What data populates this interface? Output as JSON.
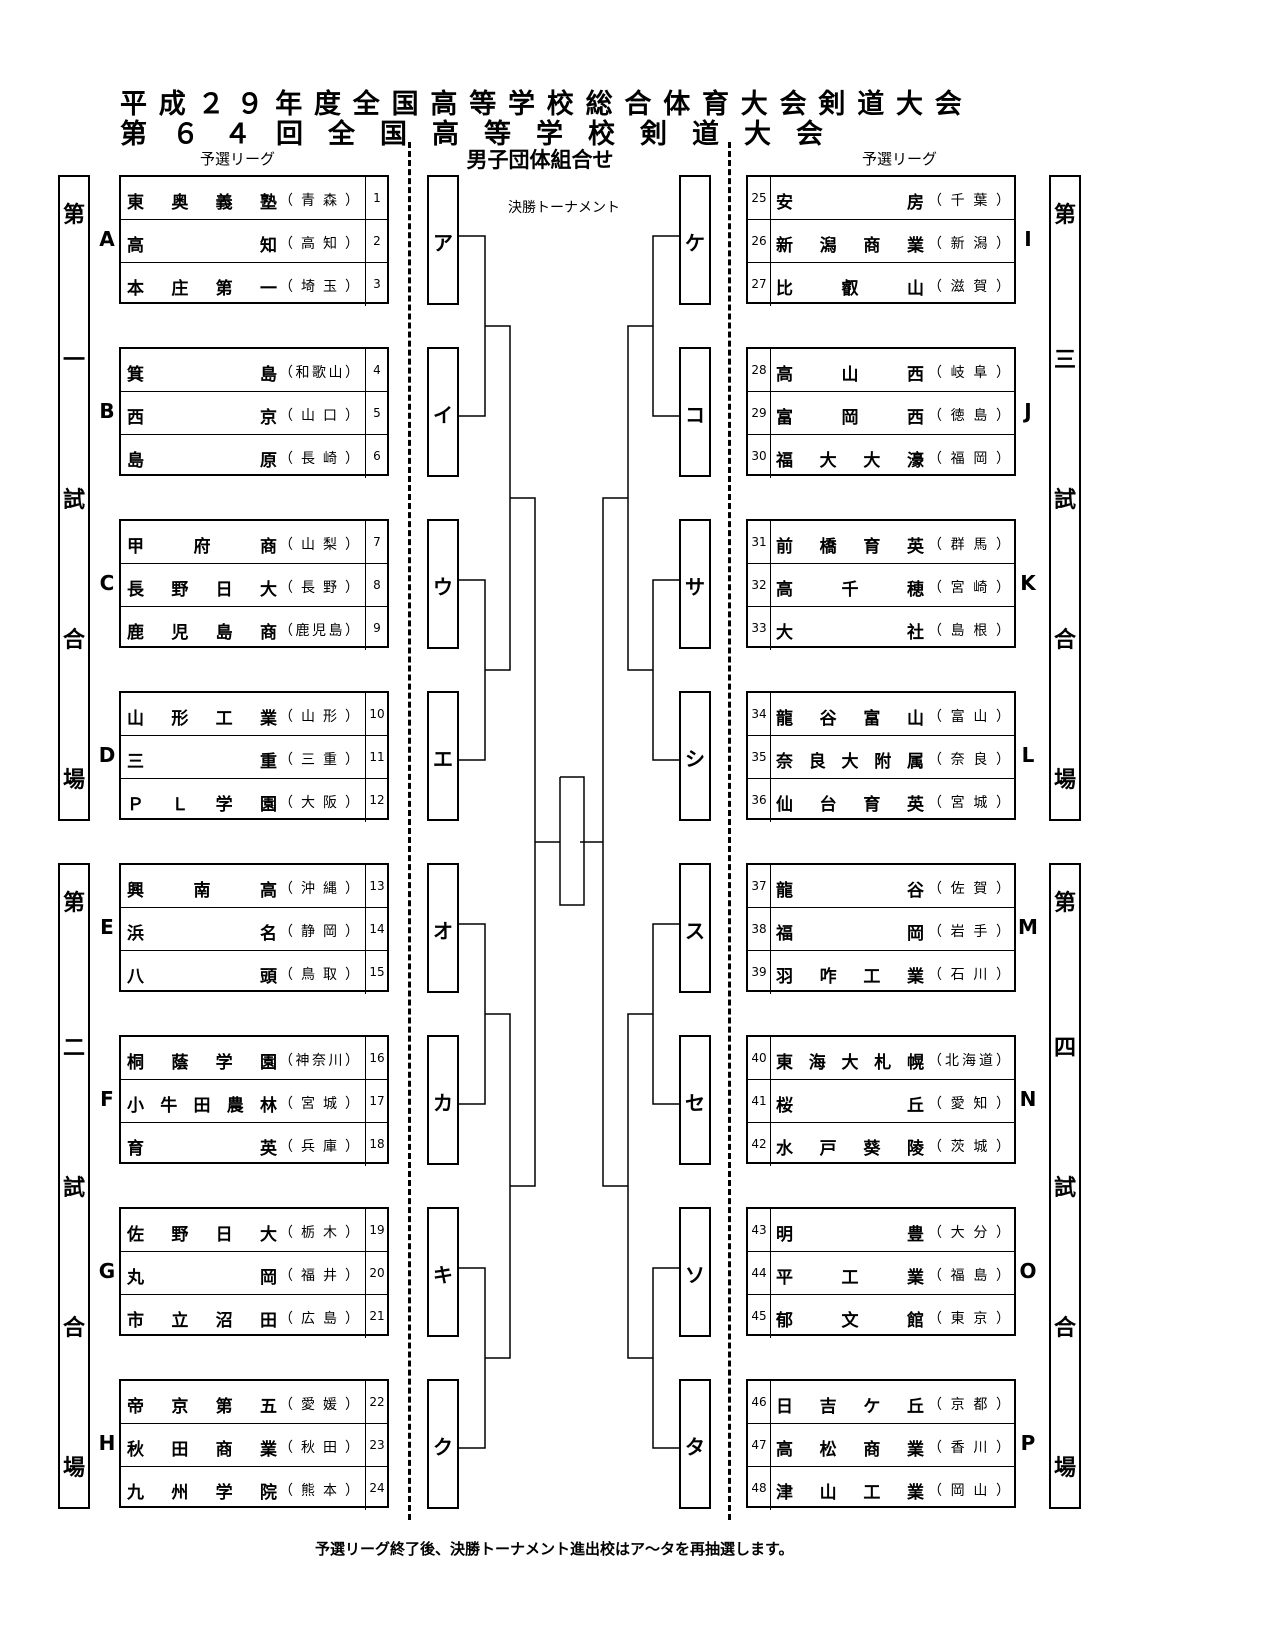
{
  "title_line1": "平成２９年度全国高等学校総合体育大会剣道大会",
  "title_line2": "第６４回全国高等学校剣道大会",
  "subtitle": "男子団体組合せ",
  "league_label_left": "予選リーグ",
  "league_label_right": "予選リーグ",
  "tournament_label": "決勝トーナメント",
  "footer_note": "予選リーグ終了後、決勝トーナメント進出校はア～タを再抽選します。",
  "venues": [
    {
      "chars": [
        "第",
        "一",
        "試",
        "合",
        "場"
      ]
    },
    {
      "chars": [
        "第",
        "二",
        "試",
        "合",
        "場"
      ]
    },
    {
      "chars": [
        "第",
        "三",
        "試",
        "合",
        "場"
      ]
    },
    {
      "chars": [
        "第",
        "四",
        "試",
        "合",
        "場"
      ]
    }
  ],
  "left_groups": [
    {
      "letter": "A",
      "slot": "ア",
      "teams": [
        {
          "no": "1",
          "school": "東奥義塾",
          "pref": "青森"
        },
        {
          "no": "2",
          "school": "高知",
          "pref": "高知"
        },
        {
          "no": "3",
          "school": "本庄第一",
          "pref": "埼玉"
        }
      ]
    },
    {
      "letter": "B",
      "slot": "イ",
      "teams": [
        {
          "no": "4",
          "school": "箕島",
          "pref": "和歌山"
        },
        {
          "no": "5",
          "school": "西京",
          "pref": "山口"
        },
        {
          "no": "6",
          "school": "島原",
          "pref": "長崎"
        }
      ]
    },
    {
      "letter": "C",
      "slot": "ウ",
      "teams": [
        {
          "no": "7",
          "school": "甲府商",
          "pref": "山梨"
        },
        {
          "no": "8",
          "school": "長野日大",
          "pref": "長野"
        },
        {
          "no": "9",
          "school": "鹿児島商",
          "pref": "鹿児島"
        }
      ]
    },
    {
      "letter": "D",
      "slot": "エ",
      "teams": [
        {
          "no": "10",
          "school": "山形工業",
          "pref": "山形"
        },
        {
          "no": "11",
          "school": "三重",
          "pref": "三重"
        },
        {
          "no": "12",
          "school": "ＰＬ学園",
          "pref": "大阪"
        }
      ]
    },
    {
      "letter": "E",
      "slot": "オ",
      "teams": [
        {
          "no": "13",
          "school": "興南高",
          "pref": "沖縄"
        },
        {
          "no": "14",
          "school": "浜名",
          "pref": "静岡"
        },
        {
          "no": "15",
          "school": "八頭",
          "pref": "鳥取"
        }
      ]
    },
    {
      "letter": "F",
      "slot": "カ",
      "teams": [
        {
          "no": "16",
          "school": "桐蔭学園",
          "pref": "神奈川"
        },
        {
          "no": "17",
          "school": "小牛田農林",
          "pref": "宮城"
        },
        {
          "no": "18",
          "school": "育英",
          "pref": "兵庫"
        }
      ]
    },
    {
      "letter": "G",
      "slot": "キ",
      "teams": [
        {
          "no": "19",
          "school": "佐野日大",
          "pref": "栃木"
        },
        {
          "no": "20",
          "school": "丸岡",
          "pref": "福井"
        },
        {
          "no": "21",
          "school": "市立沼田",
          "pref": "広島"
        }
      ]
    },
    {
      "letter": "H",
      "slot": "ク",
      "teams": [
        {
          "no": "22",
          "school": "帝京第五",
          "pref": "愛媛"
        },
        {
          "no": "23",
          "school": "秋田商業",
          "pref": "秋田"
        },
        {
          "no": "24",
          "school": "九州学院",
          "pref": "熊本"
        }
      ]
    }
  ],
  "right_groups": [
    {
      "letter": "I",
      "slot": "ケ",
      "teams": [
        {
          "no": "25",
          "school": "安房",
          "pref": "千葉"
        },
        {
          "no": "26",
          "school": "新潟商業",
          "pref": "新潟"
        },
        {
          "no": "27",
          "school": "比叡山",
          "pref": "滋賀"
        }
      ]
    },
    {
      "letter": "J",
      "slot": "コ",
      "teams": [
        {
          "no": "28",
          "school": "高山西",
          "pref": "岐阜"
        },
        {
          "no": "29",
          "school": "富岡西",
          "pref": "徳島"
        },
        {
          "no": "30",
          "school": "福大大濠",
          "pref": "福岡"
        }
      ]
    },
    {
      "letter": "K",
      "slot": "サ",
      "teams": [
        {
          "no": "31",
          "school": "前橋育英",
          "pref": "群馬"
        },
        {
          "no": "32",
          "school": "高千穂",
          "pref": "宮崎"
        },
        {
          "no": "33",
          "school": "大社",
          "pref": "島根"
        }
      ]
    },
    {
      "letter": "L",
      "slot": "シ",
      "teams": [
        {
          "no": "34",
          "school": "龍谷富山",
          "pref": "富山"
        },
        {
          "no": "35",
          "school": "奈良大附属",
          "pref": "奈良"
        },
        {
          "no": "36",
          "school": "仙台育英",
          "pref": "宮城"
        }
      ]
    },
    {
      "letter": "M",
      "slot": "ス",
      "teams": [
        {
          "no": "37",
          "school": "龍谷",
          "pref": "佐賀"
        },
        {
          "no": "38",
          "school": "福岡",
          "pref": "岩手"
        },
        {
          "no": "39",
          "school": "羽咋工業",
          "pref": "石川"
        }
      ]
    },
    {
      "letter": "N",
      "slot": "セ",
      "teams": [
        {
          "no": "40",
          "school": "東海大札幌",
          "pref": "北海道"
        },
        {
          "no": "41",
          "school": "桜丘",
          "pref": "愛知"
        },
        {
          "no": "42",
          "school": "水戸葵陵",
          "pref": "茨城"
        }
      ]
    },
    {
      "letter": "O",
      "slot": "ソ",
      "teams": [
        {
          "no": "43",
          "school": "明豊",
          "pref": "大分"
        },
        {
          "no": "44",
          "school": "平工業",
          "pref": "福島"
        },
        {
          "no": "45",
          "school": "郁文館",
          "pref": "東京"
        }
      ]
    },
    {
      "letter": "P",
      "slot": "タ",
      "teams": [
        {
          "no": "46",
          "school": "日吉ケ丘",
          "pref": "京都"
        },
        {
          "no": "47",
          "school": "高松商業",
          "pref": "香川"
        },
        {
          "no": "48",
          "school": "津山工業",
          "pref": "岡山"
        }
      ]
    }
  ]
}
